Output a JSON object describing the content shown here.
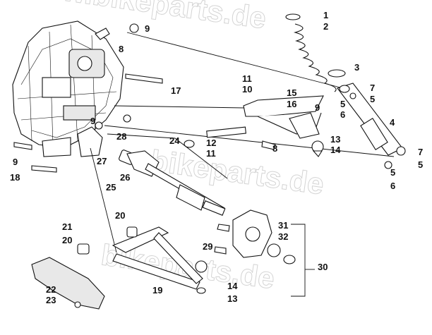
{
  "watermark": {
    "text_1": "www.bikeparts.de",
    "text_2": "bikeparts.de",
    "text_3": "bikeparts.de"
  },
  "callouts": {
    "c1": "1",
    "c2": "2",
    "c3": "3",
    "c4": "4",
    "c5a": "5",
    "c5b": "5",
    "c5c": "5",
    "c5d": "5",
    "c6a": "6",
    "c6b": "6",
    "c7a": "7",
    "c7b": "7",
    "c8a": "8",
    "c8b": "8",
    "c9a": "9",
    "c9b": "9",
    "c9c": "9",
    "c9d": "9",
    "c10": "10",
    "c11a": "11",
    "c11b": "11",
    "c12": "12",
    "c13a": "13",
    "c13b": "13",
    "c14a": "14",
    "c14b": "14",
    "c15": "15",
    "c16": "16",
    "c17": "17",
    "c18": "18",
    "c19": "19",
    "c20a": "20",
    "c20b": "20",
    "c21": "21",
    "c22": "22",
    "c23": "23",
    "c24": "24",
    "c25": "25",
    "c26": "26",
    "c27": "27",
    "c28": "28",
    "c29": "29",
    "c30": "30",
    "c31": "31",
    "c32": "32"
  }
}
